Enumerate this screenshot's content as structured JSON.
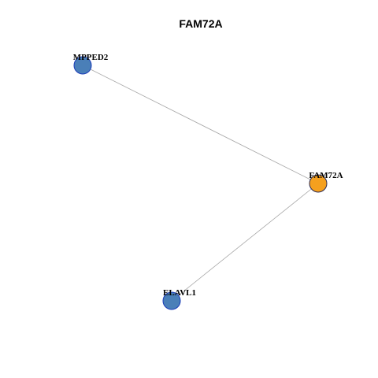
{
  "graph": {
    "title": "FAM72A",
    "nodes": [
      {
        "id": "MPPED2",
        "label": "MPPED2",
        "color": "#4a7fb8",
        "border": "#1a3bb8",
        "role": "neighbor"
      },
      {
        "id": "FAM72A",
        "label": "FAM72A",
        "color": "#f5a01e",
        "border": "#2a2a55",
        "role": "query"
      },
      {
        "id": "ELAVL1",
        "label": "ELAVL1",
        "color": "#4a7fb8",
        "border": "#1a3bb8",
        "role": "neighbor"
      }
    ],
    "edges": [
      {
        "source": "MPPED2",
        "target": "FAM72A"
      },
      {
        "source": "FAM72A",
        "target": "ELAVL1"
      }
    ]
  }
}
